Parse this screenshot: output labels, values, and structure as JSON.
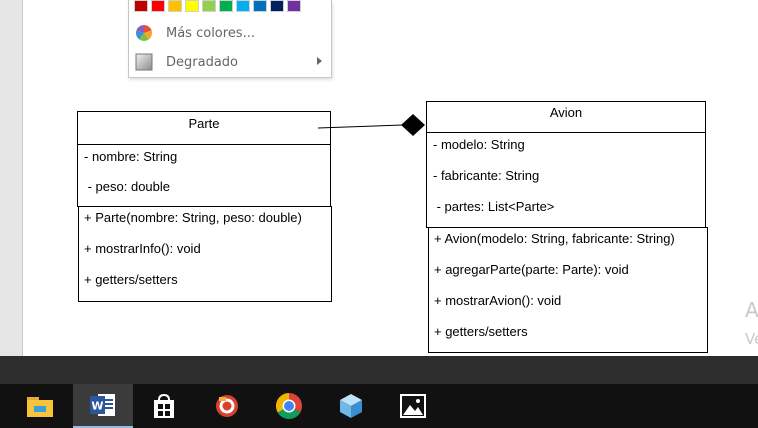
{
  "color_menu": {
    "swatches": [
      "#c00000",
      "#ff0000",
      "#ffc000",
      "#ffff00",
      "#92d050",
      "#00b050",
      "#00b0f0",
      "#0070c0",
      "#002060",
      "#7030a0"
    ],
    "more_colors_label": "Más colores...",
    "gradient_label": "Degradado"
  },
  "uml": {
    "parte": {
      "name": "Parte",
      "attributes": [
        "- nombre: String",
        " - peso: double"
      ],
      "operations": [
        "+ Parte(nombre: String, peso: double)",
        "+ mostrarInfo(): void",
        "+ getters/setters"
      ]
    },
    "avion": {
      "name": "Avion",
      "attributes": [
        "- modelo: String",
        "- fabricante: String",
        " - partes: List<Parte>"
      ],
      "operations": [
        "+ Avion(modelo: String, fabricante: String)",
        "+ agregarParte(parte: Parte): void",
        "+ mostrarAvion(): void",
        "+ getters/setters"
      ]
    }
  },
  "watermark": [
    "A",
    "Ve"
  ],
  "taskbar": {
    "apps": [
      "file-explorer-icon",
      "word-icon",
      "store-icon",
      "app-icon",
      "chrome-icon",
      "box-app-icon",
      "photos-icon"
    ],
    "word_glyph": "W"
  }
}
